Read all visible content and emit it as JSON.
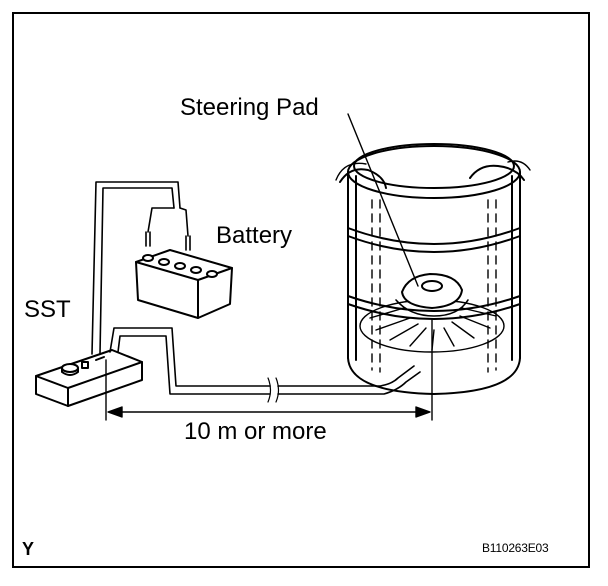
{
  "labels": {
    "steering_pad": "Steering Pad",
    "battery": "Battery",
    "sst": "SST",
    "distance": "10 m or more",
    "corner_mark": "Y",
    "figure_code": "B110263E03"
  }
}
